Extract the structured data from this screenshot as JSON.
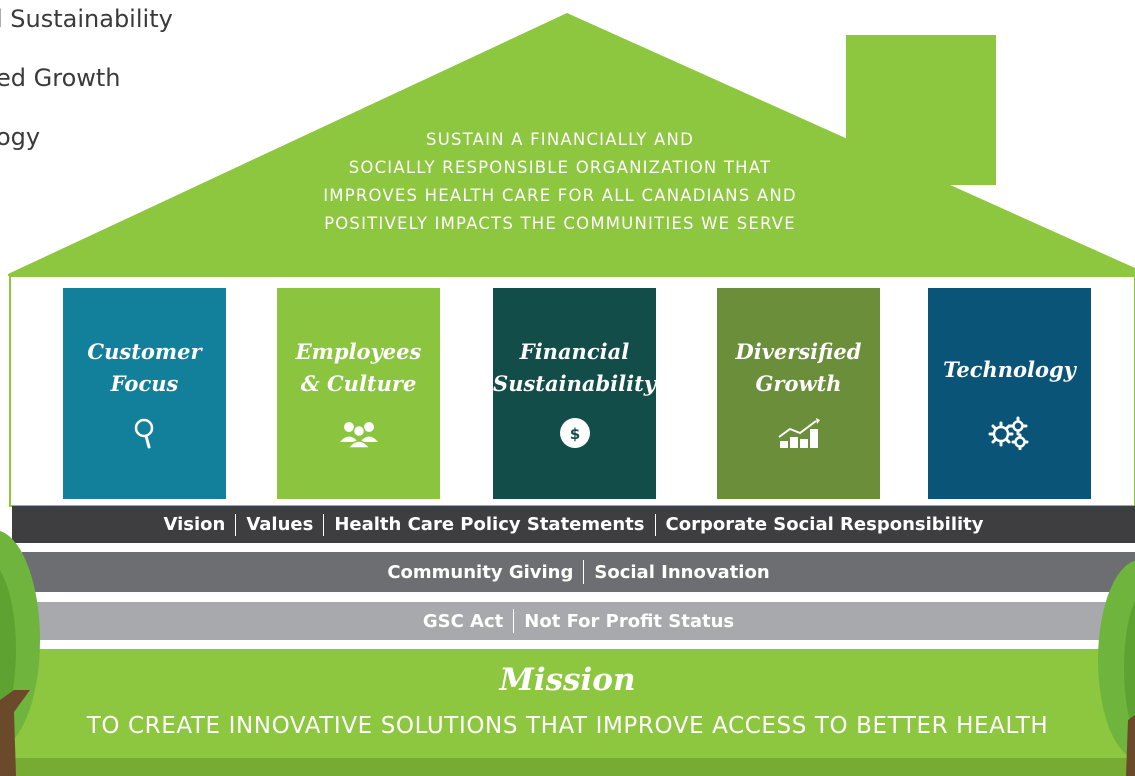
{
  "side_list": [
    "l Sustainability",
    "ed Growth",
    "ogy"
  ],
  "roof": {
    "lines": [
      "SUSTAIN A FINANCIALLY AND",
      "SOCIALLY RESPONSIBLE ORGANIZATION THAT",
      "IMPROVES HEALTH CARE FOR ALL CANADIANS AND",
      "POSITIVELY IMPACTS THE COMMUNITIES WE SERVE"
    ]
  },
  "pillars": [
    {
      "line1": "Customer",
      "line2": "Focus",
      "icon": "magnifier-icon",
      "color": "#12809b"
    },
    {
      "line1": "Employees",
      "line2": "& Culture",
      "icon": "people-icon",
      "color": "#8bc53f"
    },
    {
      "line1": "Financial",
      "line2": "Sustainability",
      "icon": "dollar-icon",
      "color": "#124d49"
    },
    {
      "line1": "Diversified",
      "line2": "Growth",
      "icon": "growth-chart-icon",
      "color": "#6b8e3a"
    },
    {
      "line1": "Technology",
      "line2": "",
      "icon": "gears-icon",
      "color": "#0a5478"
    }
  ],
  "foundation": {
    "row1": [
      "Vision",
      "Values",
      "Health Care Policy Statements",
      "Corporate Social Responsibility"
    ],
    "row2": [
      "Community Giving",
      "Social Innovation"
    ],
    "row3": [
      "GSC Act",
      "Not For Profit Status"
    ]
  },
  "mission": {
    "title": "Mission",
    "text": "TO CREATE INNOVATIVE SOLUTIONS THAT IMPROVE ACCESS TO BETTER HEALTH"
  },
  "colors": {
    "roof_green": "#8dc63f",
    "dark_band": "#3e3e40",
    "mid_band": "#6d6e71",
    "light_band": "#a7a9ac",
    "mission_green": "#8dc63f",
    "tree_green": "#6fb43c",
    "trunk": "#6b4a2b"
  }
}
